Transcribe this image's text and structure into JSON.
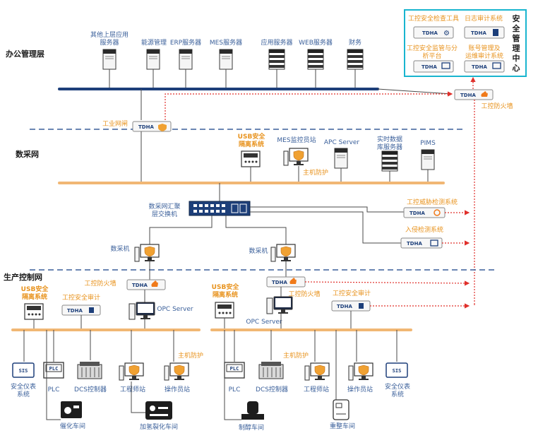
{
  "layers": {
    "office": "办公管理层",
    "data_acq": "数采网",
    "production": "生产控制网"
  },
  "office_servers": [
    {
      "line1": "其他上层应用",
      "line2": "服务器"
    },
    {
      "line1": "能源管理",
      "line2": ""
    },
    {
      "line1": "ERP服务器",
      "line2": ""
    },
    {
      "line1": "MES服务器",
      "line2": ""
    },
    {
      "line1": "应用服务器",
      "line2": ""
    },
    {
      "line1": "WEB服务器",
      "line2": ""
    },
    {
      "line1": "财务",
      "line2": ""
    }
  ],
  "security_center": {
    "title_chars": [
      "安",
      "全",
      "管",
      "理",
      "中",
      "心"
    ],
    "modules": [
      {
        "line1": "工控安全检查工具",
        "line2": ""
      },
      {
        "line1": "日志审计系统",
        "line2": ""
      },
      {
        "line1": "工控安全监管与分",
        "line2": "析平台"
      },
      {
        "line1": "账号管理及",
        "line2": "运维审计系统"
      }
    ]
  },
  "brand": "TDHA",
  "office_firewall": "工控防火墙",
  "industrial_gateway": "工业网闸",
  "dacq_nodes": {
    "usb": {
      "line1": "USB安全",
      "line2": "隔离系统"
    },
    "mes_station": "MES监控员站",
    "host_protect": "主机防护",
    "apc": "APC Server",
    "rtdb": {
      "line1": "实时数据",
      "line2": "库服务器"
    },
    "pims": "PIMS"
  },
  "switch": {
    "line1": "数采网汇聚",
    "line2": "层交换机"
  },
  "detection": {
    "anomaly": "工控威胁检测系统",
    "intrusion": "入侵检测系统"
  },
  "collectors": {
    "left": "数采机",
    "right": "数采机"
  },
  "production_left": {
    "firewall": "工控防火墙",
    "usb": {
      "line1": "USB安全",
      "line2": "隔离系统"
    },
    "audit": "工控安全审计",
    "opc": "OPC Server",
    "host_protect": "主机防护",
    "devices": [
      "安全仪表\n系统",
      "PLC",
      "DCS控制器",
      "工程师站",
      "操作员站"
    ],
    "workshops": [
      "催化车间",
      "加氢裂化车间"
    ]
  },
  "production_right": {
    "firewall": "工控防火墙",
    "usb": {
      "line1": "USB安全",
      "line2": "隔离系统"
    },
    "audit": "工控安全审计",
    "opc": "OPC Server",
    "host_protect": "主机防护",
    "devices": [
      "PLC",
      "DCS控制器",
      "工程师站",
      "操作员站",
      "安全仪表\n系统"
    ],
    "workshops": [
      "制醇车间",
      "重整车间"
    ]
  },
  "device_marks": {
    "sis": "SIS",
    "plc": "PLC"
  },
  "colors": {
    "bus_navy": "#1d3f7a",
    "bus_orange": "#f1b774",
    "line_gray": "#4a4a4a",
    "dash_blue": "#3a5f9a",
    "red_dotted": "#e0302b",
    "label_blue": "#3a5f9a",
    "label_orange": "#e8931e",
    "cyan_box": "#19b5cf"
  }
}
